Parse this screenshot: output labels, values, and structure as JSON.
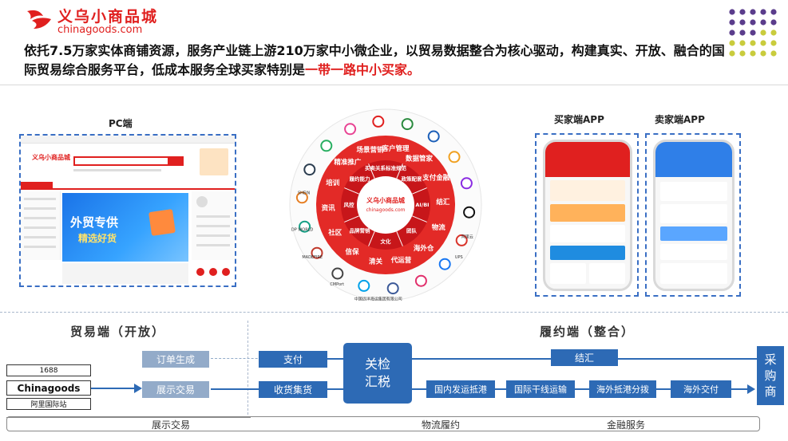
{
  "header": {
    "logo_cn": "义乌小商品城",
    "logo_en": "chinagoods.com",
    "headline_main": "依托7.5万家实体商铺资源，服务产业链上游210万家中小微企业，以贸易数据整合为核心驱动，构建真实、开放、融合的国际贸易综合服务平台，低成本服务全球买家特别是",
    "headline_highlight": "一带一路中小买家。"
  },
  "labels": {
    "pc": "PC端",
    "buyer_app": "买家端APP",
    "seller_app": "卖家端APP"
  },
  "pc_screen": {
    "logo": "义乌小商品城",
    "banner_line1": "外贸专供",
    "banner_line2": "精选好货"
  },
  "circle": {
    "center_logo_cn": "义乌小商品城",
    "center_logo_en": "chinagoods.com",
    "inner_ring": [
      "买卖关系标准规范",
      "政策配套",
      "AI/BI",
      "团队",
      "文化",
      "品牌营销",
      "风控",
      "履约能力"
    ],
    "outer_ring": [
      "客户管理",
      "数据管家",
      "支付金融",
      "结汇",
      "物流",
      "海外仓",
      "代运营",
      "清关",
      "信保",
      "社区",
      "资讯",
      "培训",
      "精准推广",
      "场景营销"
    ],
    "partners": [
      "SHEIN",
      "DP WORLD",
      "MADEFIRE",
      "CMPort",
      "中国远洋海运集团有限公司",
      "UPS",
      "阿里云"
    ]
  },
  "flow": {
    "trade_title": "贸易端（开放）",
    "fulfill_title": "履约端（整合）",
    "sources": [
      "1688",
      "Chinagoods",
      "阿里国际站"
    ],
    "order_box": "订单生成",
    "display_box": "展示交易",
    "pay_box": "支付",
    "collect_box": "收货集货",
    "customs_box_line1": "关检",
    "customs_box_line2": "汇税",
    "settle_box": "结汇",
    "steps": [
      "国内发运抵港",
      "国际干线运输",
      "海外抵港分拨",
      "海外交付"
    ],
    "buyer_box": "采购商",
    "bottom_bar": [
      "展示交易",
      "物流履约",
      "金融服务"
    ]
  },
  "colors": {
    "brand_red": "#e0201f",
    "flow_dark": "#2d6ab5",
    "flow_light": "#93abc9",
    "frame_blue": "#3a6fc4"
  }
}
